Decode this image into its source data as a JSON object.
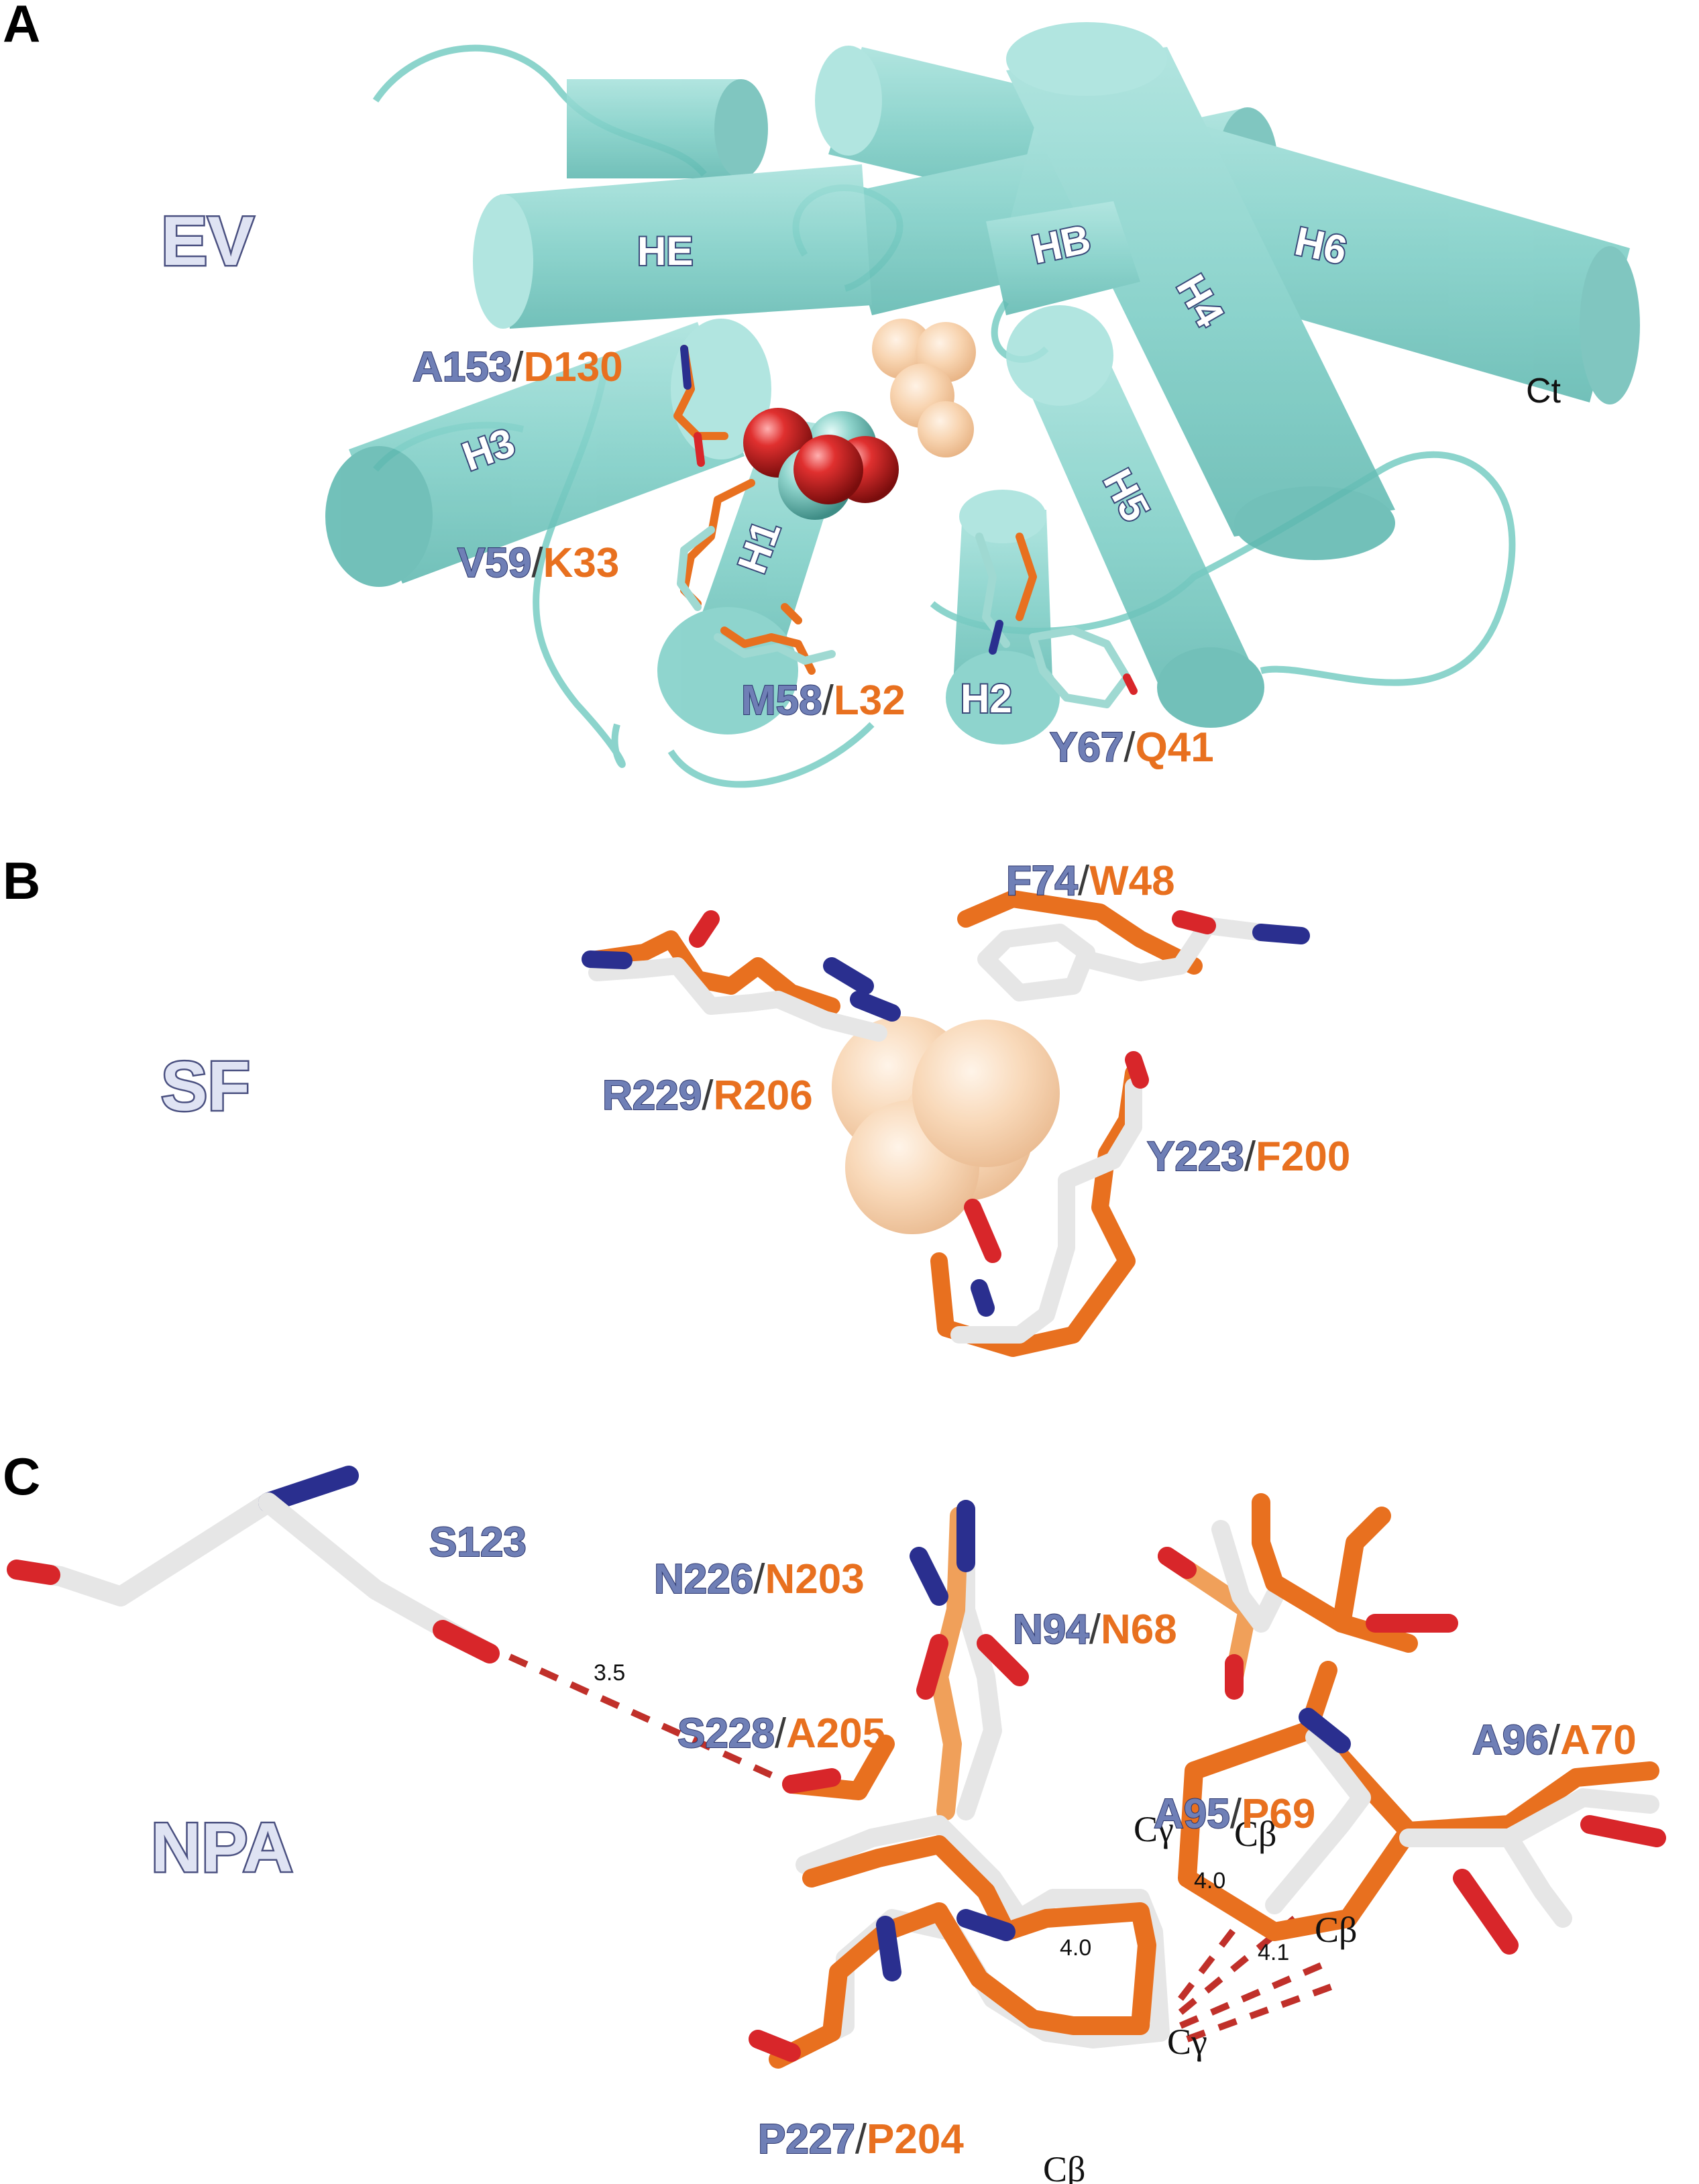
{
  "panels": {
    "A": {
      "letter": "A",
      "label": "EV"
    },
    "B": {
      "letter": "B",
      "label": "SF"
    },
    "C": {
      "letter": "C",
      "label": "NPA"
    }
  },
  "helices": {
    "HE": "HE",
    "HB": "HB",
    "H6": "H6",
    "H4": "H4",
    "H3": "H3",
    "H1": "H1",
    "H5": "H5",
    "H2": "H2"
  },
  "terminus": "Ct",
  "residues_A": {
    "a153": {
      "blue": "A153",
      "orange": "D130"
    },
    "v59": {
      "blue": "V59",
      "orange": "K33"
    },
    "m58": {
      "blue": "M58",
      "orange": "L32"
    },
    "y67": {
      "blue": "Y67",
      "orange": "Q41"
    }
  },
  "residues_B": {
    "f74": {
      "blue": "F74",
      "orange": "W48"
    },
    "r229": {
      "blue": "R229",
      "orange": "R206"
    },
    "y223": {
      "blue": "Y223",
      "orange": "F200"
    }
  },
  "residues_C": {
    "s123": {
      "blue": "S123"
    },
    "n226": {
      "blue": "N226",
      "orange": "N203"
    },
    "n94": {
      "blue": "N94",
      "orange": "N68"
    },
    "s228": {
      "blue": "S228",
      "orange": "A205"
    },
    "a96": {
      "blue": "A96",
      "orange": "A70"
    },
    "a95": {
      "blue": "A95",
      "orange": "P69"
    },
    "p227": {
      "blue": "P227",
      "orange": "P204"
    }
  },
  "slash": "/",
  "distances": {
    "d1": "3.5",
    "d2": "4.0",
    "d3": "4.0",
    "d4": "4.1"
  },
  "atom_labels": {
    "cgamma1": "Cγ",
    "cbeta1": "Cβ",
    "cbeta2": "Cβ",
    "cgamma2": "Cγ",
    "cbeta3": "Cβ"
  },
  "colors": {
    "helix": "#8ed6d0",
    "helix_edge": "#6fbfb8",
    "human_residue": "#6f7fb6",
    "ev_residue": "#e8701f",
    "oxygen": "#d8262a",
    "nitrogen": "#2a2f8f",
    "carbon_white": "#e9e9e9",
    "sphere_peach": "#f6c99a"
  }
}
